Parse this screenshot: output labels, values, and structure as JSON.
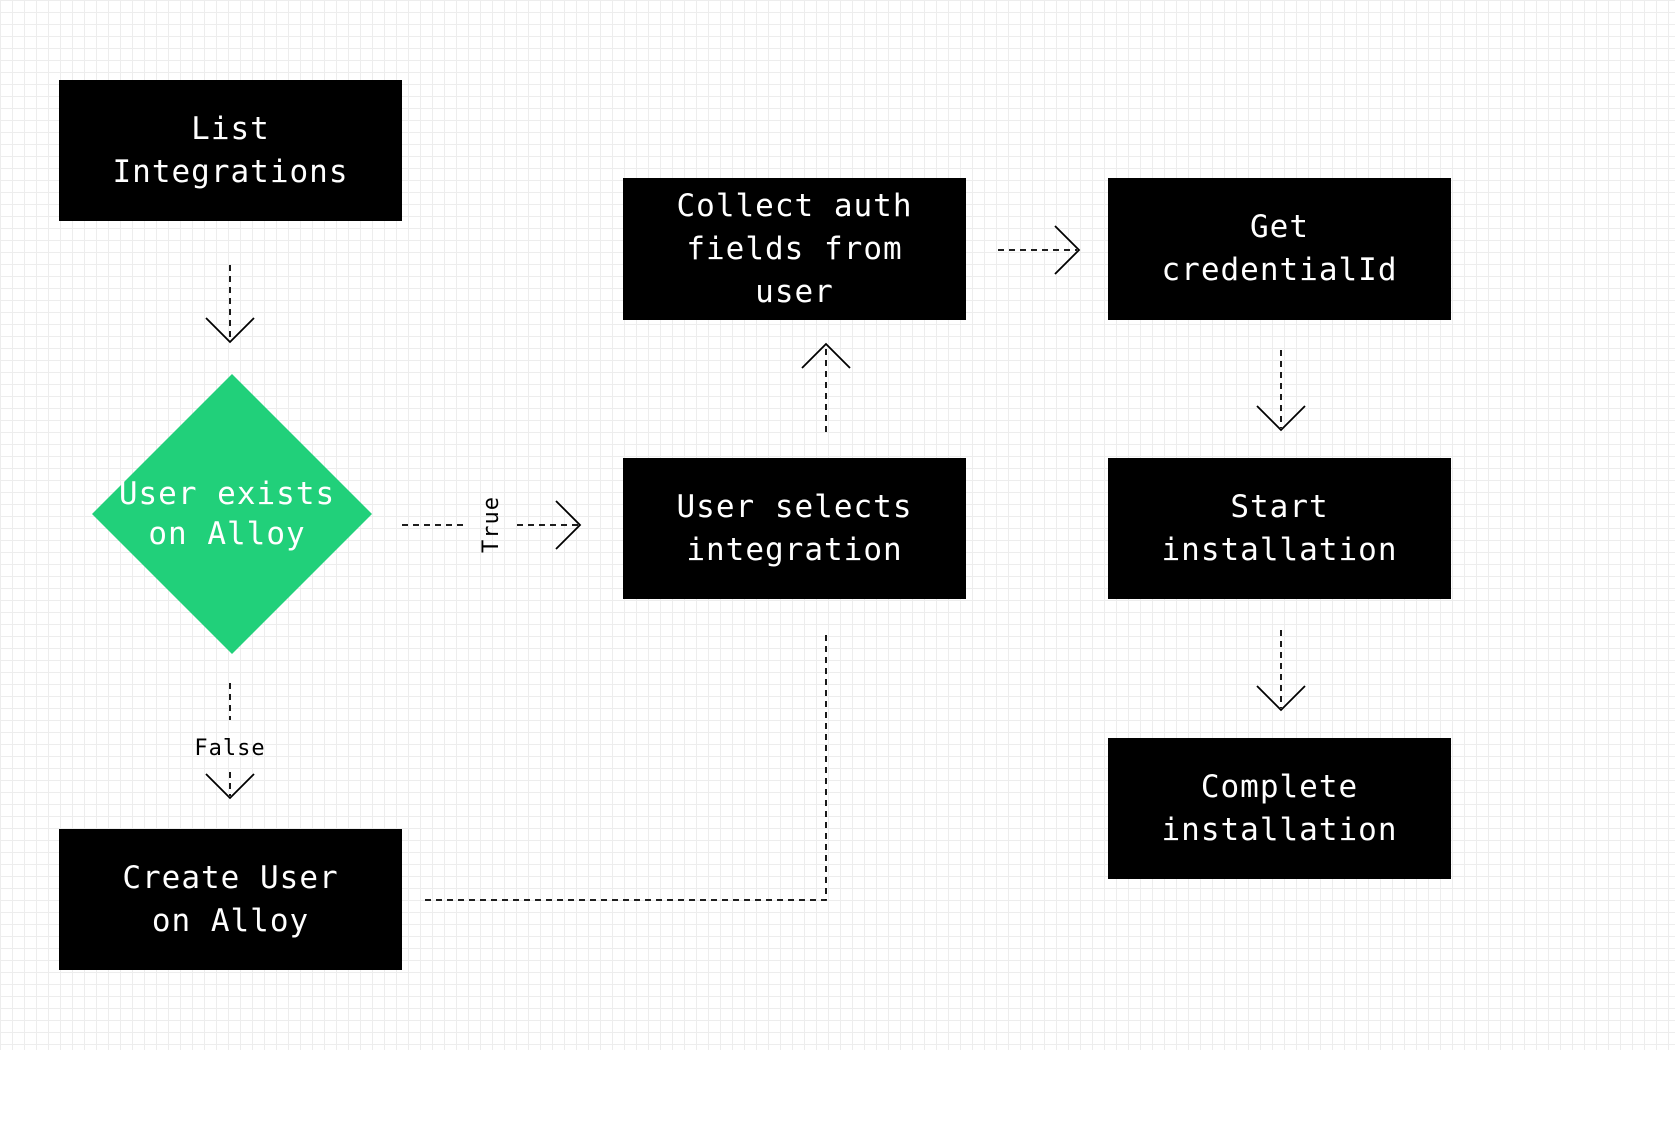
{
  "colors": {
    "node_fill": "#000000",
    "node_text": "#ffffff",
    "decision_fill": "#21d07a",
    "edge": "#000000"
  },
  "nodes": {
    "list_integrations": "List\nIntegrations",
    "user_exists": "User exists\non Alloy",
    "create_user": "Create User\non Alloy",
    "user_selects": "User selects\nintegration",
    "collect_auth": "Collect auth\nfields from\nuser",
    "get_credential": "Get\ncredentialId",
    "start_installation": "Start\ninstallation",
    "complete_installation": "Complete\ninstallation"
  },
  "edges": {
    "true_label": "True",
    "false_label": "False"
  }
}
